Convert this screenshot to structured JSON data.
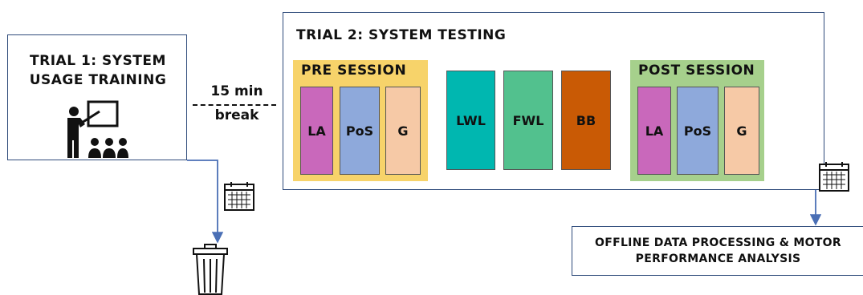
{
  "trial1": {
    "title_line1": "TRIAL 1: SYSTEM",
    "title_line2": "USAGE TRAINING"
  },
  "break": {
    "top": "15 min",
    "bottom": "break"
  },
  "trial2": {
    "title": "TRIAL 2: SYSTEM TESTING",
    "pre_session": {
      "title": "PRE SESSION",
      "blocks": [
        "LA",
        "PoS",
        "G"
      ]
    },
    "middle_blocks": [
      "LWL",
      "FWL",
      "BB"
    ],
    "post_session": {
      "title": "POST SESSION",
      "blocks": [
        "LA",
        "PoS",
        "G"
      ]
    }
  },
  "offline": {
    "line1": "OFFLINE DATA PROCESSING & MOTOR",
    "line2": "PERFORMANCE ANALYSIS"
  },
  "icons": [
    "teacher-icon",
    "calendar-icon",
    "trash-icon"
  ],
  "colors": {
    "border": "#2e4a7a",
    "arrow": "#4a6fb5",
    "pre_session": "#f7d36a",
    "post_session": "#a6d08c",
    "la": "#c968bb",
    "pos": "#8ea9db",
    "g": "#f6c9a6",
    "lwl": "#00b7b0",
    "fwl": "#52c18e",
    "bb": "#c95a05"
  }
}
